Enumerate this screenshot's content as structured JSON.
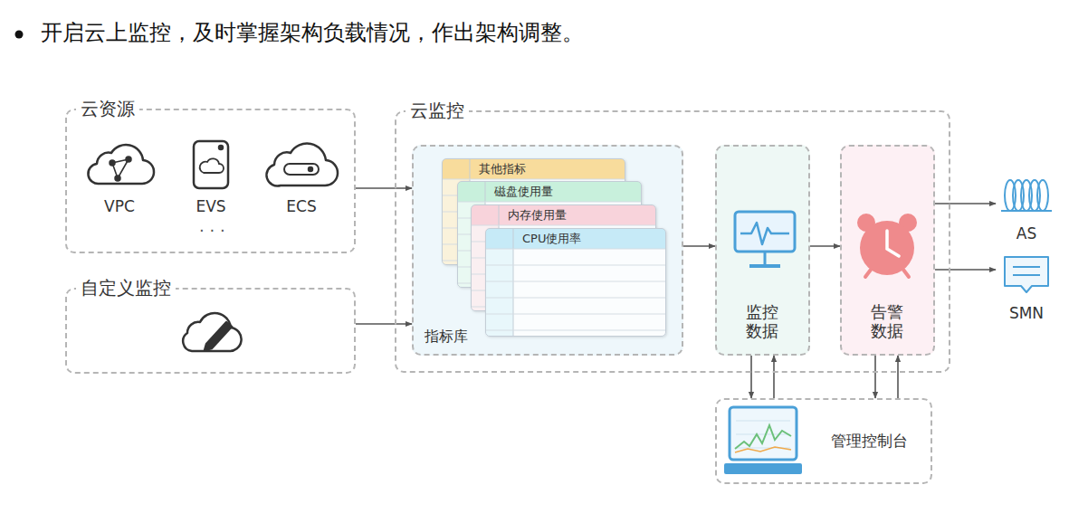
{
  "diagram": {
    "title": "开启云上监控，及时掌握架构负载情况，作出架构调整。",
    "nodes": [
      {
        "text": [
          "云资源"
        ]
      },
      {
        "text": [
          "VPC"
        ],
        "in": 0
      },
      {
        "text": [
          "EVS"
        ],
        "in": 0
      },
      {
        "text": [
          "ECS"
        ],
        "in": 0
      },
      {
        "text": [
          "自定义监控"
        ]
      },
      {
        "text": [
          "云监控"
        ]
      },
      {
        "text": [
          "指标库"
        ],
        "in": 5
      },
      {
        "text": [
          "其他指标"
        ],
        "in": 6
      },
      {
        "text": [
          "磁盘使用量"
        ],
        "in": 6
      },
      {
        "text": [
          "内存使用量"
        ],
        "in": 6
      },
      {
        "text": [
          "CPU使用率"
        ],
        "in": 6
      },
      {
        "text": [
          "监控 数据"
        ],
        "in": 5
      },
      {
        "text": [
          "告警 数据"
        ],
        "in": 5
      },
      {
        "text": [
          "AS"
        ]
      },
      {
        "text": [
          "SMN"
        ]
      },
      {
        "text": [
          "管理控制台"
        ]
      }
    ],
    "edges": [
      {
        "from": 0,
        "to": 6,
        "arrow": "to"
      },
      {
        "from": 4,
        "to": 6,
        "arrow": "to"
      },
      {
        "from": 6,
        "to": 11,
        "arrow": "to"
      },
      {
        "from": 11,
        "to": 12,
        "arrow": "to"
      },
      {
        "from": 12,
        "to": 13,
        "arrow": "to"
      },
      {
        "from": 12,
        "to": 14,
        "arrow": "to"
      },
      {
        "from": 11,
        "to": 15,
        "arrow": "to"
      },
      {
        "from": 15,
        "to": 11,
        "arrow": "to"
      },
      {
        "from": 12,
        "to": 15,
        "arrow": "to"
      },
      {
        "from": 15,
        "to": 12,
        "arrow": "to"
      }
    ],
    "labels": [
      "· · ·"
    ]
  }
}
